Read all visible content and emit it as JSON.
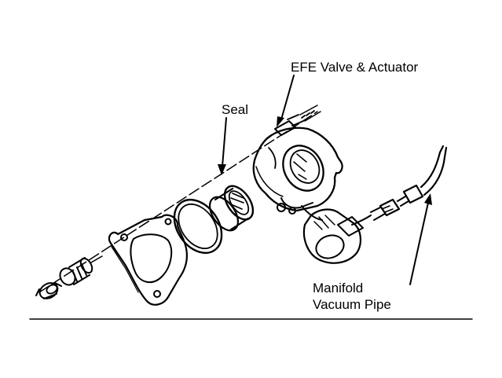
{
  "labels": {
    "efe_valve_actuator": "EFE Valve & Actuator",
    "seal": "Seal",
    "manifold_line1": "Manifold",
    "manifold_line2": "Vacuum Pipe"
  },
  "colors": {
    "ink": "#000000",
    "paper": "#ffffff"
  }
}
